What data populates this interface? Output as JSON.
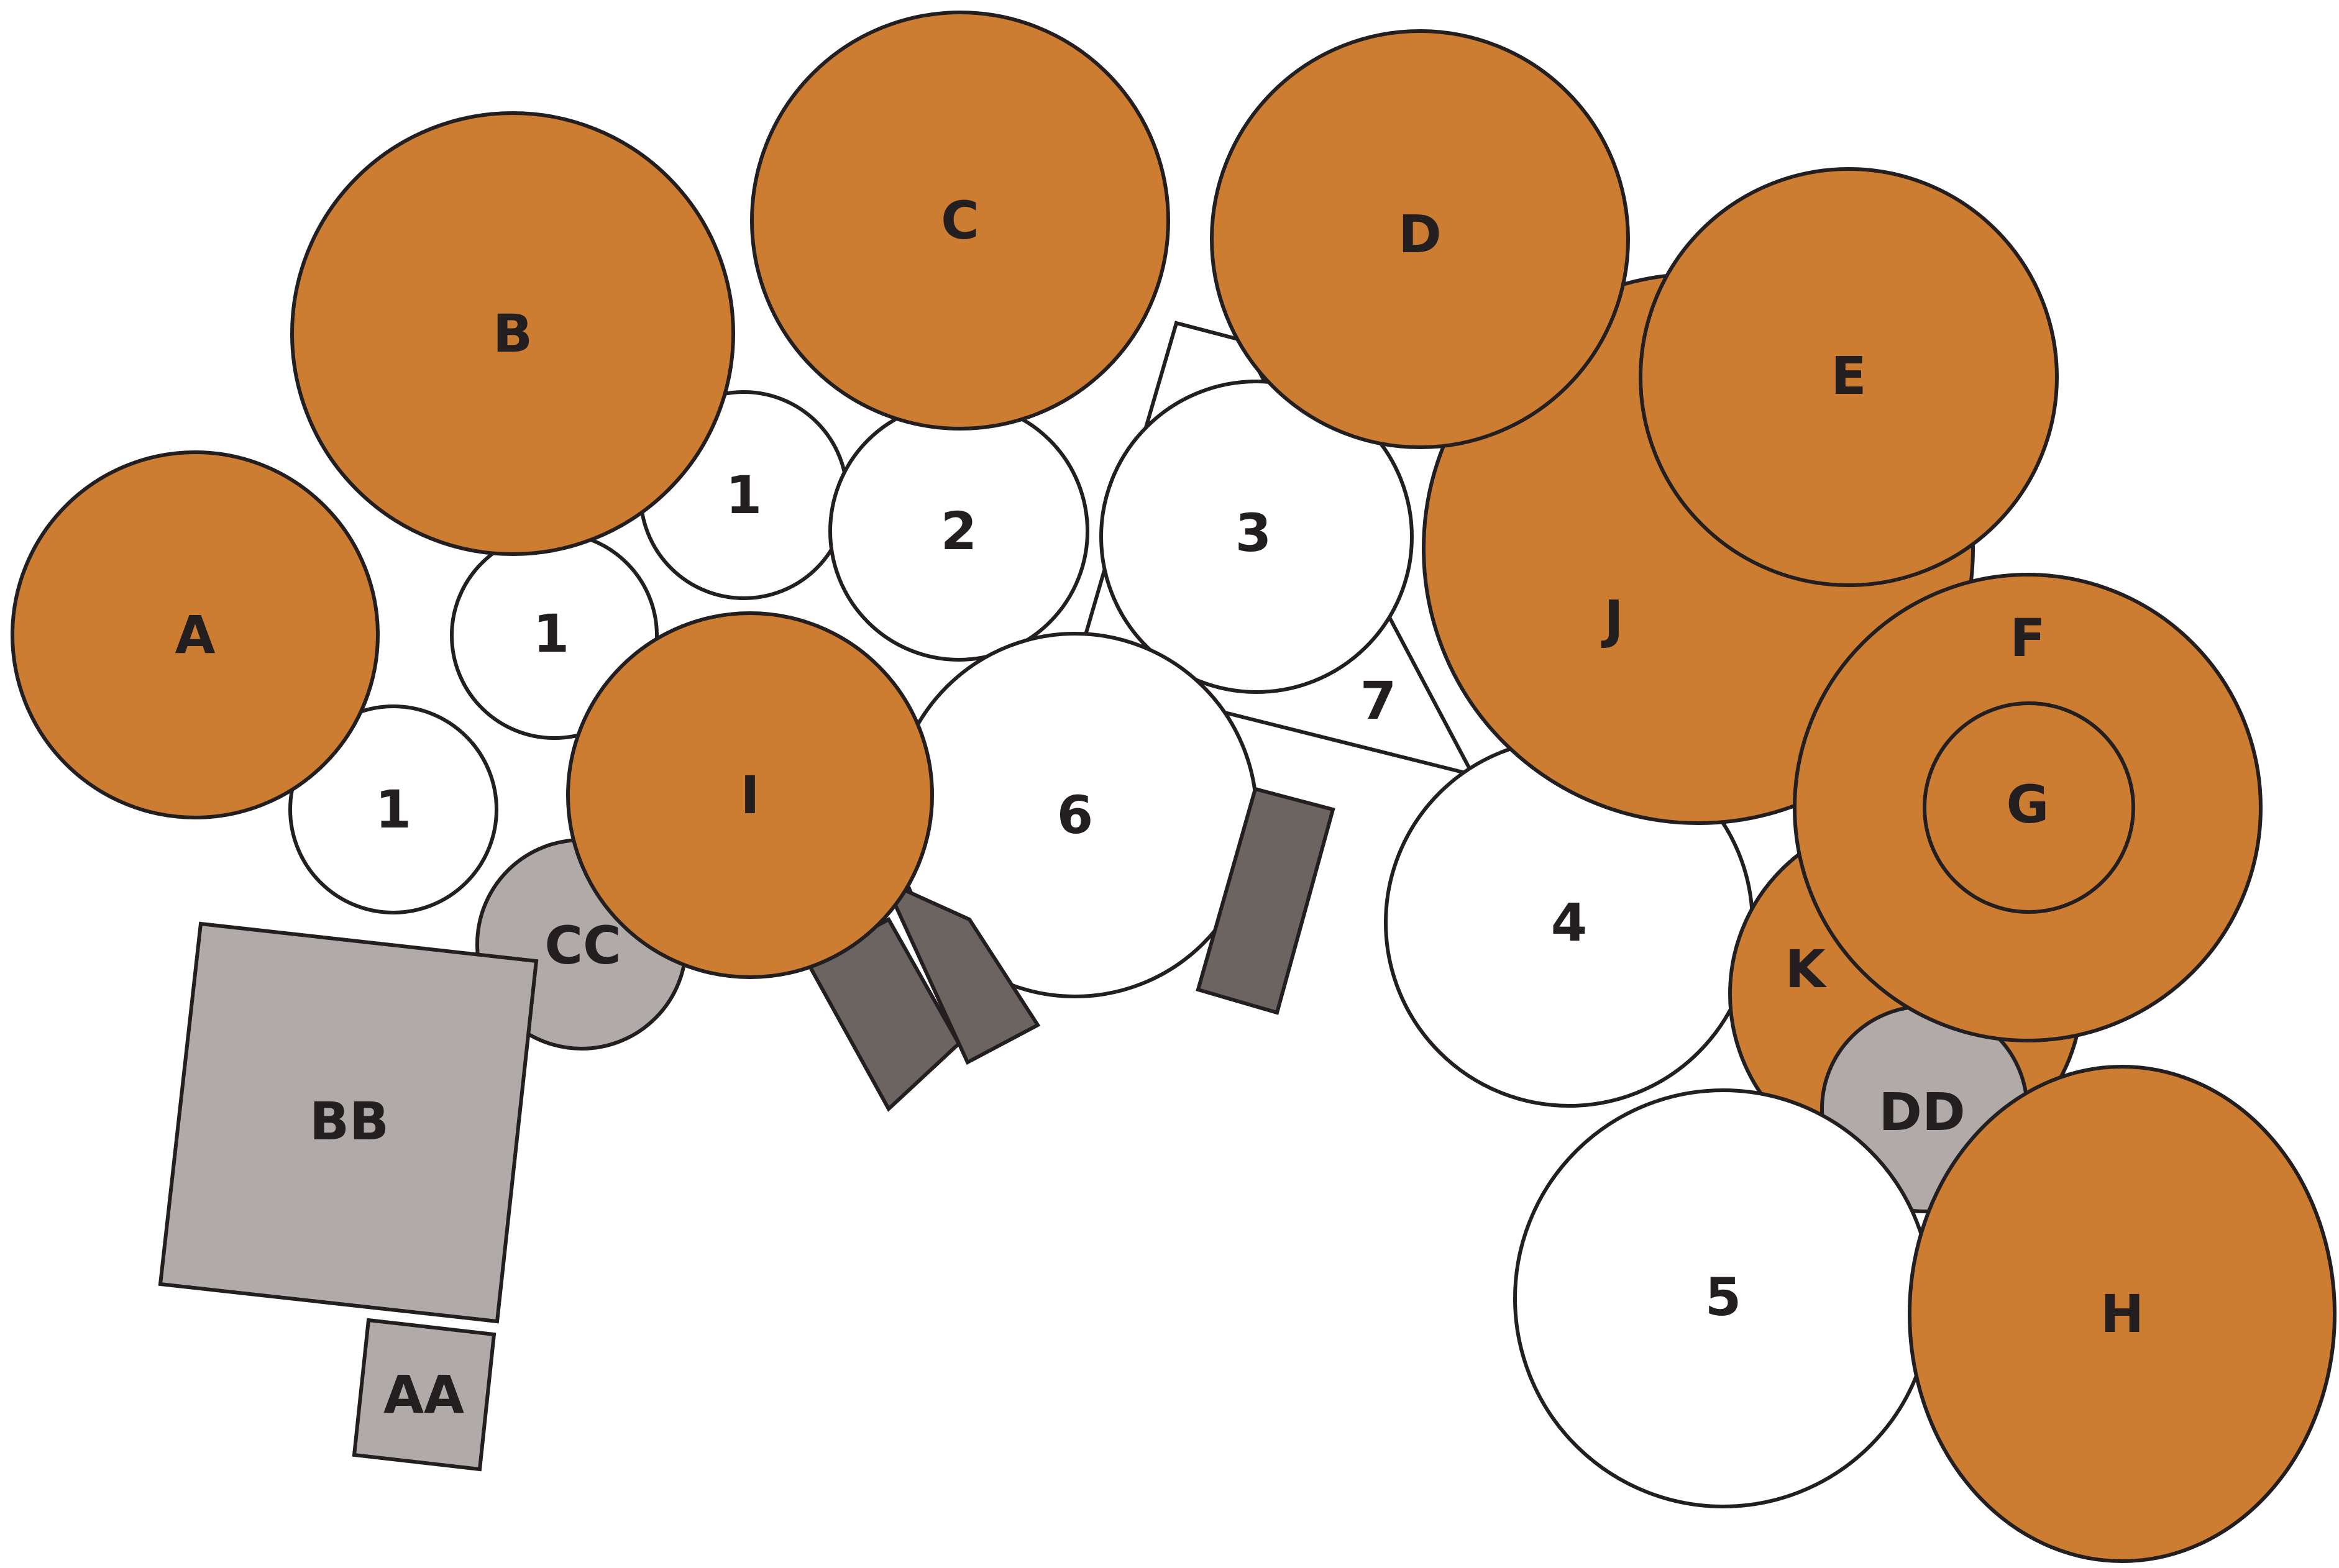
{
  "colors": {
    "orange": "#cd7d31",
    "white": "#ffffff",
    "light_gray": "#b0aba8",
    "dark_gray": "#6b6461",
    "outline": "#231f20"
  },
  "labels": {
    "A": "A",
    "B": "B",
    "C": "C",
    "D": "D",
    "E": "E",
    "F": "F",
    "G": "G",
    "H": "H",
    "I": "I",
    "J": "J",
    "K": "K",
    "n1a": "1",
    "n1b": "1",
    "n1c": "1",
    "n2": "2",
    "n3": "3",
    "n4": "4",
    "n5": "5",
    "n6": "6",
    "n7": "7",
    "AA": "AA",
    "BB": "BB",
    "CC": "CC",
    "DD": "DD"
  }
}
